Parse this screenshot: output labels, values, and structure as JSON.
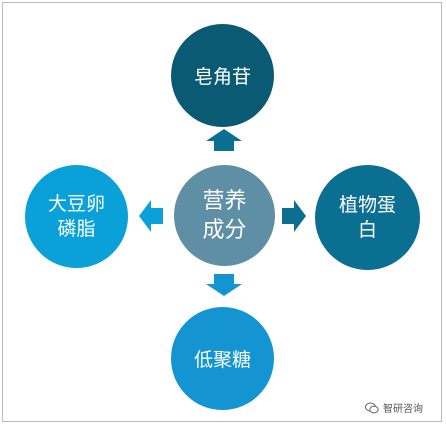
{
  "diagram": {
    "center": {
      "lines": [
        "营养",
        "成分"
      ]
    },
    "top": {
      "lines": [
        "皂角苷"
      ]
    },
    "left": {
      "lines": [
        "大豆卵",
        "磷脂"
      ]
    },
    "right": {
      "lines": [
        "植物蛋",
        "白"
      ]
    },
    "bottom": {
      "lines": [
        "低聚糖"
      ]
    }
  },
  "watermark": {
    "text": "智研咨询",
    "icon": "wechat-icon"
  },
  "colors": {
    "top": "#0b5a73",
    "center": "#5e8fa5",
    "left": "#0aa0d8",
    "right": "#0b6f92",
    "bottom": "#1495d2",
    "arrow": "#0b6f92"
  }
}
